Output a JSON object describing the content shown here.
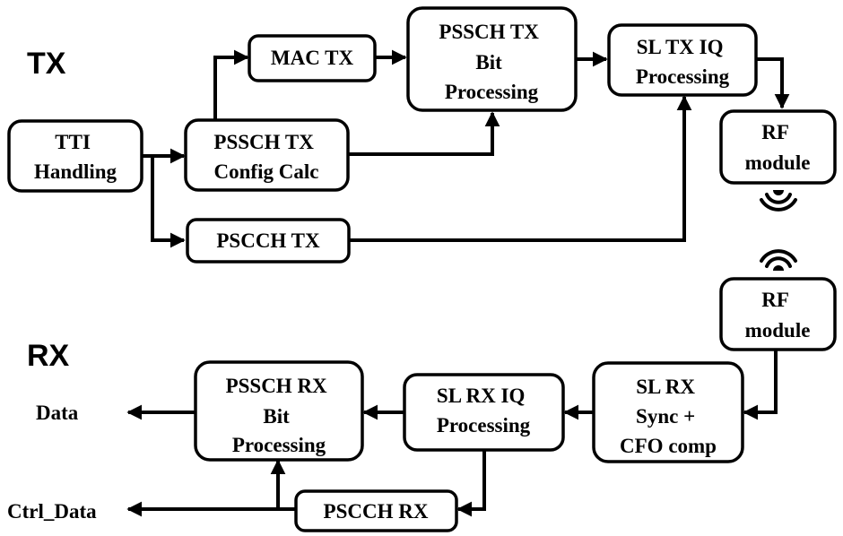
{
  "sections": {
    "tx": "TX",
    "rx": "RX"
  },
  "blocks": {
    "tti": [
      "TTI",
      "Handling"
    ],
    "mac_tx": [
      "MAC TX"
    ],
    "pssch_tx_bit": [
      "PSSCH TX",
      "Bit",
      "Processing"
    ],
    "sl_tx_iq": [
      "SL TX IQ",
      "Processing"
    ],
    "rf_tx": [
      "RF",
      "module"
    ],
    "pssch_tx_config": [
      "PSSCH TX",
      "Config Calc"
    ],
    "pscch_tx": [
      "PSCCH TX"
    ],
    "rf_rx": [
      "RF",
      "module"
    ],
    "sl_rx_sync": [
      "SL RX",
      "Sync +",
      "CFO comp"
    ],
    "sl_rx_iq": [
      "SL RX IQ",
      "Processing"
    ],
    "pssch_rx_bit": [
      "PSSCH RX",
      "Bit",
      "Processing"
    ],
    "pscch_rx": [
      "PSCCH RX"
    ]
  },
  "outputs": {
    "data": "Data",
    "ctrl_data": "Ctrl_Data"
  },
  "icons": {
    "tx_signal": "wireless-signal-down-icon",
    "rx_signal": "wireless-signal-up-icon"
  },
  "colors": {
    "stroke": "#000000",
    "fill": "#ffffff"
  }
}
